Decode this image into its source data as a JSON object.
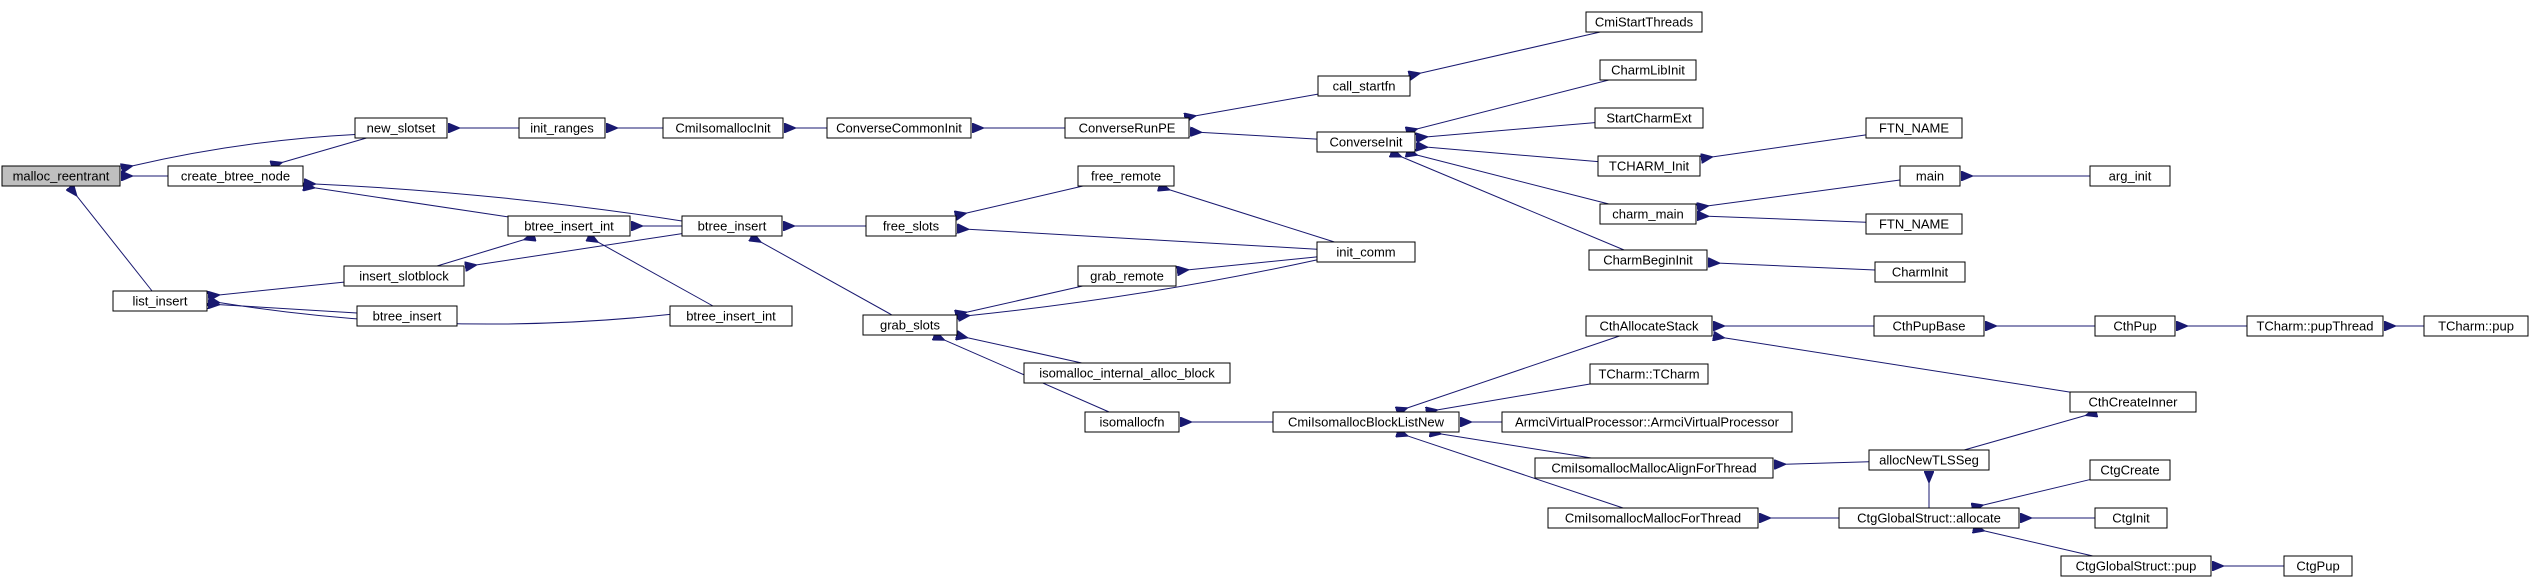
{
  "graph": {
    "root": "malloc_reentrant",
    "edge_color": "#191970",
    "root_fill": "#bfbfbf",
    "nodes": {
      "malloc_reentrant": "malloc_reentrant",
      "create_btree_node": "create_btree_node",
      "list_insert": "list_insert",
      "new_slotset": "new_slotset",
      "btree_insert_int_a": "btree_insert_int",
      "insert_slotblock": "insert_slotblock",
      "btree_insert_a": "btree_insert",
      "btree_insert_int_b": "btree_insert_int",
      "btree_insert_b": "btree_insert",
      "init_ranges": "init_ranges",
      "CmiIsomallocInit": "CmiIsomallocInit",
      "ConverseCommonInit": "ConverseCommonInit",
      "ConverseRunPE": "ConverseRunPE",
      "call_startfn": "call_startfn",
      "CmiStartThreads": "CmiStartThreads",
      "ConverseInit": "ConverseInit",
      "CharmLibInit": "CharmLibInit",
      "StartCharmExt": "StartCharmExt",
      "TCHARM_Init": "TCHARM_Init",
      "FTN_NAME_a": "FTN_NAME",
      "charm_main": "charm_main",
      "main": "main",
      "arg_init": "arg_init",
      "FTN_NAME_b": "FTN_NAME",
      "CharmBeginInit": "CharmBeginInit",
      "CharmInit": "CharmInit",
      "free_slots": "free_slots",
      "free_remote": "free_remote",
      "init_comm": "init_comm",
      "grab_slots": "grab_slots",
      "grab_remote": "grab_remote",
      "isomalloc_internal_alloc_block": "isomalloc_internal_alloc_block",
      "isomallocfn": "isomallocfn",
      "CmiIsomallocBlockListNew": "CmiIsomallocBlockListNew",
      "CthAllocateStack": "CthAllocateStack",
      "TCharm_TCharm": "TCharm::TCharm",
      "ArmciVirtualProcessor": "ArmciVirtualProcessor::ArmciVirtualProcessor",
      "CmiIsomallocMallocAlignForThread": "CmiIsomallocMallocAlignForThread",
      "CmiIsomallocMallocForThread": "CmiIsomallocMallocForThread",
      "CthPupBase": "CthPupBase",
      "CthPup": "CthPup",
      "TCharm_pupThread": "TCharm::pupThread",
      "TCharm_pup": "TCharm::pup",
      "CthCreateInner": "CthCreateInner",
      "allocNewTLSSeg": "allocNewTLSSeg",
      "CtgGlobalStruct_allocate": "CtgGlobalStruct::allocate",
      "CtgCreate": "CtgCreate",
      "CtgInit": "CtgInit",
      "CtgGlobalStruct_pup": "CtgGlobalStruct::pup",
      "CtgPup": "CtgPup"
    }
  }
}
